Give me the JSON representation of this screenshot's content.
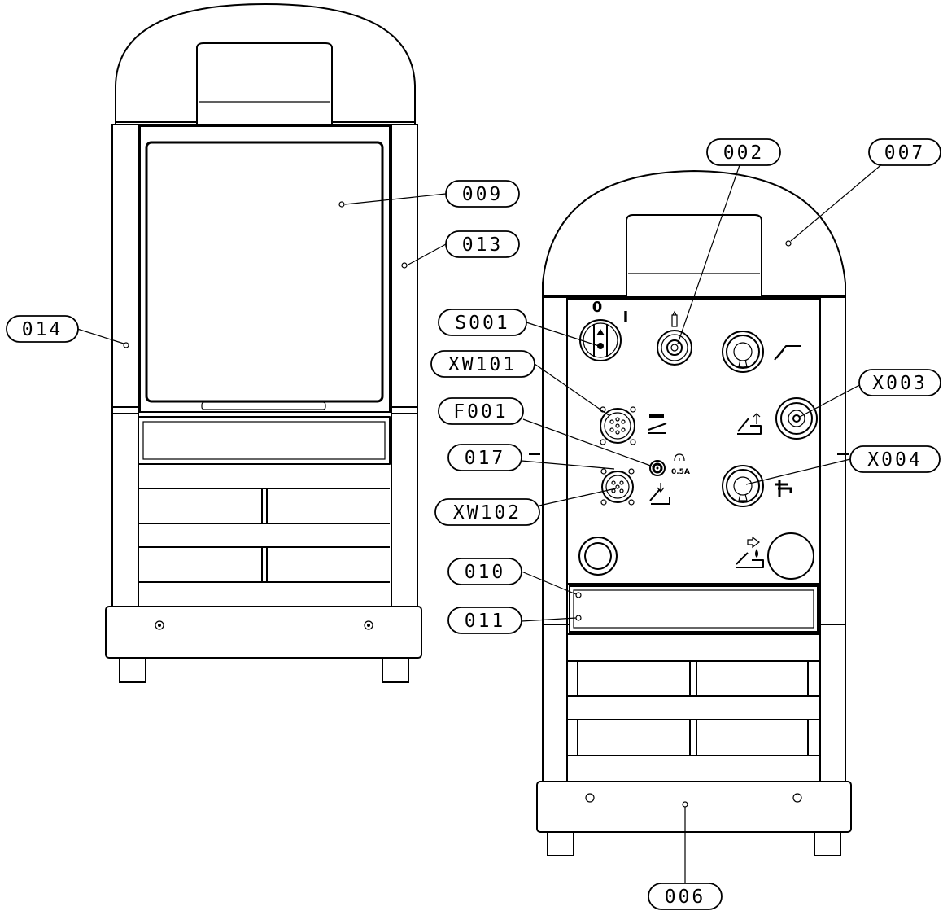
{
  "callouts": {
    "c002": "002",
    "c007": "007",
    "c009": "009",
    "c013": "013",
    "c014": "014",
    "cS001": "S001",
    "cXW101": "XW101",
    "cX003": "X003",
    "cF001": "F001",
    "c017": "017",
    "cX004": "X004",
    "cXW102": "XW102",
    "c010": "010",
    "c011": "011",
    "c006": "006"
  },
  "panel": {
    "switch_off": "0",
    "switch_on": "I",
    "fuse_rating": "0.5A"
  },
  "icons": {
    "switch": "rotary-switch-icon",
    "gas": "gas-bottle-icon",
    "torch": "mig-torch-icon",
    "clamp": "ground-clamp-icon",
    "wire": "wire-feed-icon",
    "coolant": "coolant-icon"
  }
}
